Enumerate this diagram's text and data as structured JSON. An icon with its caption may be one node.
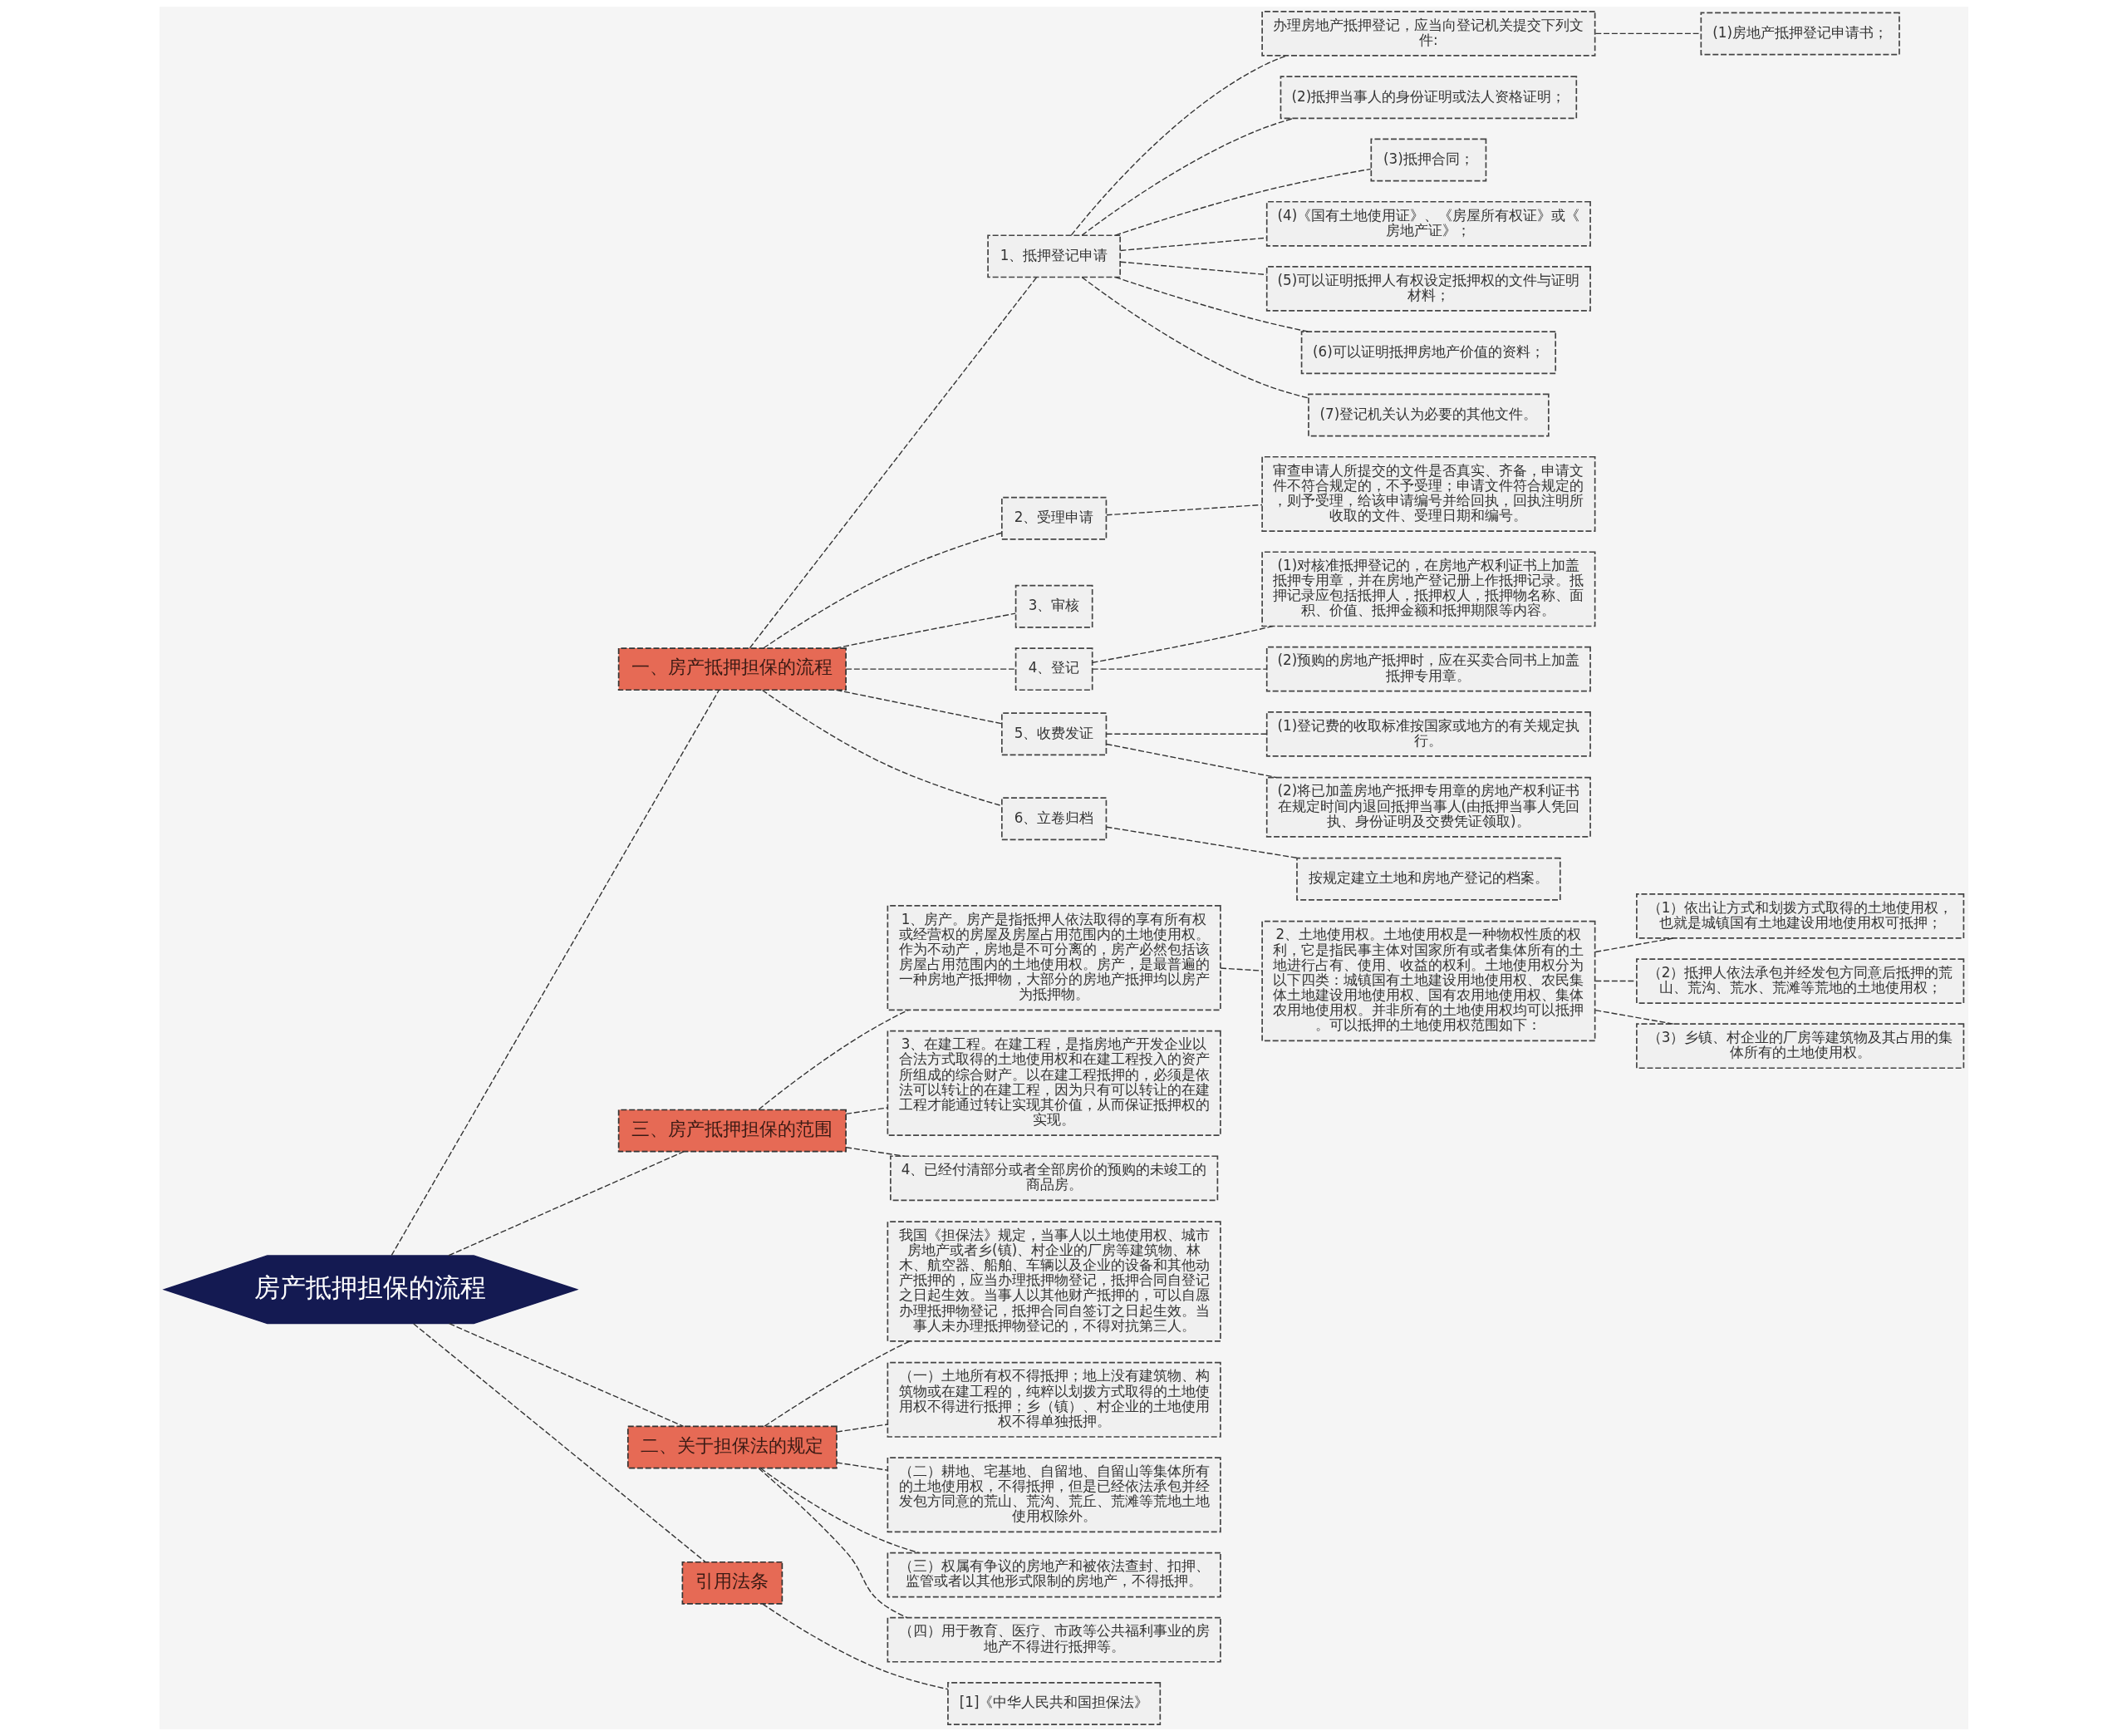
{
  "diagram": {
    "nodes": [
      {
        "text": [
          "房产抵押担保的流程"
        ]
      },
      {
        "text": [
          "一、房产抵押担保的流程"
        ]
      },
      {
        "text": [
          "1、抵押登记申请"
        ]
      },
      {
        "text": [
          "办理房地产抵押登记，应当向登记机关提交下列文件:"
        ]
      },
      {
        "text": [
          "(1)房地产抵押登记申请书；"
        ]
      },
      {
        "text": [
          "(2)抵押当事人的身份证明或法人资格证明；"
        ]
      },
      {
        "text": [
          "(3)抵押合同；"
        ]
      },
      {
        "text": [
          "(4)《国有土地使用证》、《房屋所有权证》或《房地产证》；"
        ]
      },
      {
        "text": [
          "(5)可以证明抵押人有权设定抵押权的文件与证明材料；"
        ]
      },
      {
        "text": [
          "(6)可以证明抵押房地产价值的资料；"
        ]
      },
      {
        "text": [
          "(7)登记机关认为必要的其他文件。"
        ]
      },
      {
        "text": [
          "2、受理申请"
        ]
      },
      {
        "text": [
          "审查申请人所提交的文件是否真实、齐备，申请文件不符合规定的，不予受理；申请文件符合规定的，则予受理，给该申请编号并给回执，回执注明所收取的文件、受理日期和编号。"
        ]
      },
      {
        "text": [
          "3、审核"
        ]
      },
      {
        "text": [
          "4、登记"
        ]
      },
      {
        "text": [
          "(1)对核准抵押登记的，在房地产权利证书上加盖抵押专用章，并在房地产登记册上作抵押记录。抵押记录应包括抵押人，抵押权人，抵押物名称、面积、价值、抵押金额和抵押期限等内容。"
        ]
      },
      {
        "text": [
          "(2)预购的房地产抵押时，应在买卖合同书上加盖抵押专用章。"
        ]
      },
      {
        "text": [
          "5、收费发证"
        ]
      },
      {
        "text": [
          "(1)登记费的收取标准按国家或地方的有关规定执行。"
        ]
      },
      {
        "text": [
          "(2)将已加盖房地产抵押专用章的房地产权利证书在规定时间内退回抵押当事人(由抵押当事人凭回执、身份证明及交费凭证领取)。"
        ]
      },
      {
        "text": [
          "6、立卷归档"
        ]
      },
      {
        "text": [
          "按规定建立土地和房地产登记的档案。"
        ]
      },
      {
        "text": [
          "三、房产抵押担保的范围"
        ]
      },
      {
        "text": [
          "1、房产。房产是指抵押人依法取得的享有所有权或经营权的房屋及房屋占用范围内的土地使用权。作为不动产，房地是不可分离的，房产必然包括该房屋占用范围内的土地使用权。房产，是最普遍的一种房地产抵押物，大部分的房地产抵押均以房产为抵押物。"
        ]
      },
      {
        "text": [
          "2、土地使用权。土地使用权是一种物权性质的权利，它是指民事主体对国家所有或者集体所有的土地进行占有、使用、收益的权利。土地使用权分为以下四类：城镇国有土地建设用地使用权、农民集体土地建设用地使用权、国有农用地使用权、集体农用地使用权。并非所有的土地使用权均可以抵押。可以抵押的土地使用权范围如下："
        ]
      },
      {
        "text": [
          "（1）依出让方式和划拨方式取得的土地使用权，也就是城镇国有土地建设用地使用权可抵押；"
        ]
      },
      {
        "text": [
          "（2）抵押人依法承包并经发包方同意后抵押的荒山、荒沟、荒水、荒滩等荒地的土地使用权；"
        ]
      },
      {
        "text": [
          "（3）乡镇、村企业的厂房等建筑物及其占用的集体所有的土地使用权。"
        ]
      },
      {
        "text": [
          "3、在建工程。在建工程，是指房地产开发企业以合法方式取得的土地使用权和在建工程投入的资产所组成的综合财产。以在建工程抵押的，必须是依法可以转让的在建工程，因为只有可以转让的在建工程才能通过转让实现其价值，从而保证抵押权的实现。"
        ]
      },
      {
        "text": [
          "4、已经付清部分或者全部房价的预购的未竣工的商品房。"
        ]
      },
      {
        "text": [
          "二、关于担保法的规定"
        ]
      },
      {
        "text": [
          "我国《担保法》规定，当事人以土地使用权、城市房地产或者乡(镇)、村企业的厂房等建筑物、林木、航空器、船舶、车辆以及企业的设备和其他动产抵押的，应当办理抵押物登记，抵押合同自登记之日起生效。当事人以其他财产抵押的，可以自愿办理抵押物登记，抵押合同自签订之日起生效。当事人未办理抵押物登记的，不得对抗第三人。"
        ]
      },
      {
        "text": [
          "（一）土地所有权不得抵押；地上没有建筑物、构筑物或在建工程的，纯粹以划拨方式取得的土地使用权不得进行抵押；乡（镇）、村企业的土地使用权不得单独抵押。"
        ]
      },
      {
        "text": [
          "（二）耕地、宅基地、自留地、自留山等集体所有的土地使用权，不得抵押，但是已经依法承包并经发包方同意的荒山、荒沟、荒丘、荒滩等荒地土地使用权除外。"
        ]
      },
      {
        "text": [
          "（三）权属有争议的房地产和被依法查封、扣押、监管或者以其他形式限制的房地产，不得抵押。"
        ]
      },
      {
        "text": [
          "（四）用于教育、医疗、市政等公共福利事业的房地产不得进行抵押等。"
        ]
      },
      {
        "text": [
          "引用法条"
        ]
      },
      {
        "text": [
          "[1]《中华人民共和国担保法》"
        ]
      }
    ],
    "edges": [
      {
        "from": 0,
        "to": 1,
        "arrow": "none"
      },
      {
        "from": 1,
        "to": 2,
        "arrow": "none"
      },
      {
        "from": 2,
        "to": 3,
        "arrow": "none"
      },
      {
        "from": 3,
        "to": 4,
        "arrow": "none"
      },
      {
        "from": 2,
        "to": 5,
        "arrow": "none"
      },
      {
        "from": 2,
        "to": 6,
        "arrow": "none"
      },
      {
        "from": 2,
        "to": 7,
        "arrow": "none"
      },
      {
        "from": 2,
        "to": 8,
        "arrow": "none"
      },
      {
        "from": 2,
        "to": 9,
        "arrow": "none"
      },
      {
        "from": 2,
        "to": 10,
        "arrow": "none"
      },
      {
        "from": 1,
        "to": 11,
        "arrow": "none"
      },
      {
        "from": 11,
        "to": 12,
        "arrow": "none"
      },
      {
        "from": 1,
        "to": 13,
        "arrow": "none"
      },
      {
        "from": 1,
        "to": 14,
        "arrow": "none"
      },
      {
        "from": 14,
        "to": 15,
        "arrow": "none"
      },
      {
        "from": 14,
        "to": 16,
        "arrow": "none"
      },
      {
        "from": 1,
        "to": 17,
        "arrow": "none"
      },
      {
        "from": 17,
        "to": 18,
        "arrow": "none"
      },
      {
        "from": 17,
        "to": 19,
        "arrow": "none"
      },
      {
        "from": 1,
        "to": 20,
        "arrow": "none"
      },
      {
        "from": 20,
        "to": 21,
        "arrow": "none"
      },
      {
        "from": 0,
        "to": 22,
        "arrow": "none"
      },
      {
        "from": 22,
        "to": 23,
        "arrow": "none"
      },
      {
        "from": 23,
        "to": 24,
        "arrow": "none"
      },
      {
        "from": 24,
        "to": 25,
        "arrow": "none"
      },
      {
        "from": 24,
        "to": 26,
        "arrow": "none"
      },
      {
        "from": 24,
        "to": 27,
        "arrow": "none"
      },
      {
        "from": 22,
        "to": 28,
        "arrow": "none"
      },
      {
        "from": 22,
        "to": 29,
        "arrow": "none"
      },
      {
        "from": 0,
        "to": 30,
        "arrow": "none"
      },
      {
        "from": 30,
        "to": 31,
        "arrow": "none"
      },
      {
        "from": 30,
        "to": 32,
        "arrow": "none"
      },
      {
        "from": 30,
        "to": 33,
        "arrow": "none"
      },
      {
        "from": 30,
        "to": 34,
        "arrow": "none"
      },
      {
        "from": 30,
        "to": 35,
        "arrow": "none"
      },
      {
        "from": 0,
        "to": 36,
        "arrow": "none"
      },
      {
        "from": 36,
        "to": 37,
        "arrow": "none"
      }
    ]
  }
}
